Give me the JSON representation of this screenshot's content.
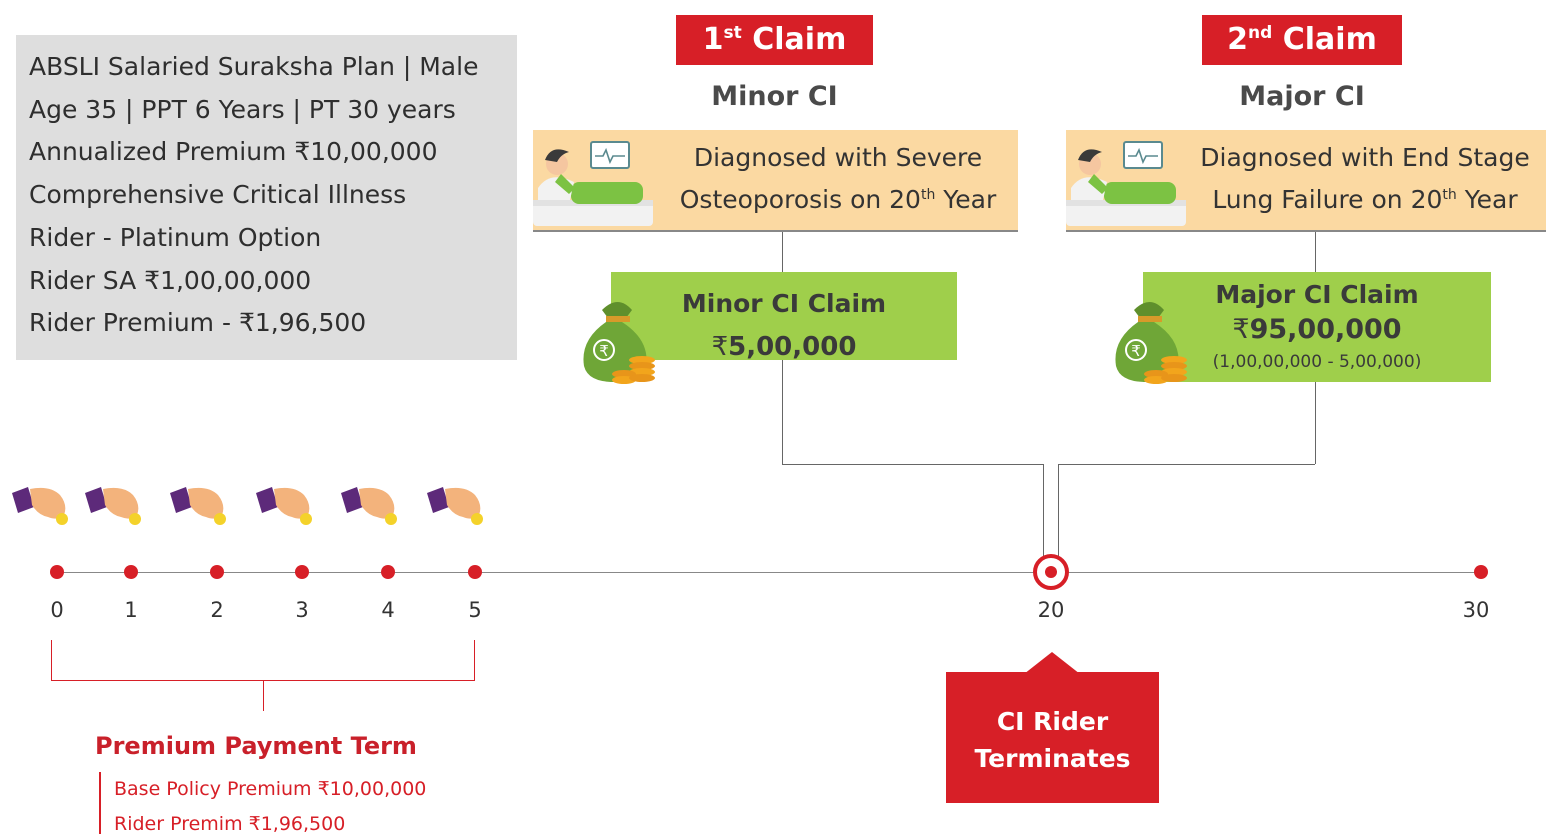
{
  "info_box": {
    "lines": [
      "ABSLI Salaried Suraksha Plan | Male",
      "Age 35 | PPT 6 Years | PT 30 years",
      "Annualized Premium ₹10,00,000",
      "Comprehensive Critical Illness",
      "Rider - Platinum Option",
      "Rider SA ₹1,00,00,000",
      "Rider Premium - ₹1,96,500"
    ]
  },
  "claims": [
    {
      "badge_prefix": "1",
      "badge_sup": "st",
      "badge_suffix": " Claim",
      "type": "Minor CI",
      "diag_line1": "Diagnosed with Severe",
      "diag_line2_pre": "Osteoporosis on 20",
      "diag_line2_sup": "th",
      "diag_line2_post": " Year",
      "amount_title": "Minor CI Claim",
      "amount_rupee": "₹",
      "amount_value": "5,00,000",
      "amount_note": ""
    },
    {
      "badge_prefix": "2",
      "badge_sup": "nd",
      "badge_suffix": " Claim",
      "type": "Major CI",
      "diag_line1": "Diagnosed with End Stage",
      "diag_line2_pre": "Lung Failure on 20",
      "diag_line2_sup": "th",
      "diag_line2_post": " Year",
      "amount_title": "Major CI Claim",
      "amount_rupee": "₹",
      "amount_value": "95,00,000",
      "amount_note": "(1,00,00,000 - 5,00,000)"
    }
  ],
  "timeline": {
    "ticks": [
      "0",
      "1",
      "2",
      "3",
      "4",
      "5",
      "20",
      "30"
    ],
    "highlight_year": "20"
  },
  "ppt": {
    "title": "Premium Payment Term",
    "lines": [
      "Base Policy Premium ₹10,00,000",
      "Rider Premim ₹1,96,500"
    ]
  },
  "terminate": {
    "line1": "CI Rider",
    "line2": "Terminates"
  },
  "icons": {
    "patient": "patient-in-bed-icon",
    "money": "money-bag-coins-icon",
    "payment": "hand-paying-coin-icon"
  },
  "colors": {
    "accent_red": "#d71f27",
    "info_bg": "#dedede",
    "diag_bg": "#fbd9a2",
    "amount_bg": "#9fcf4b"
  }
}
